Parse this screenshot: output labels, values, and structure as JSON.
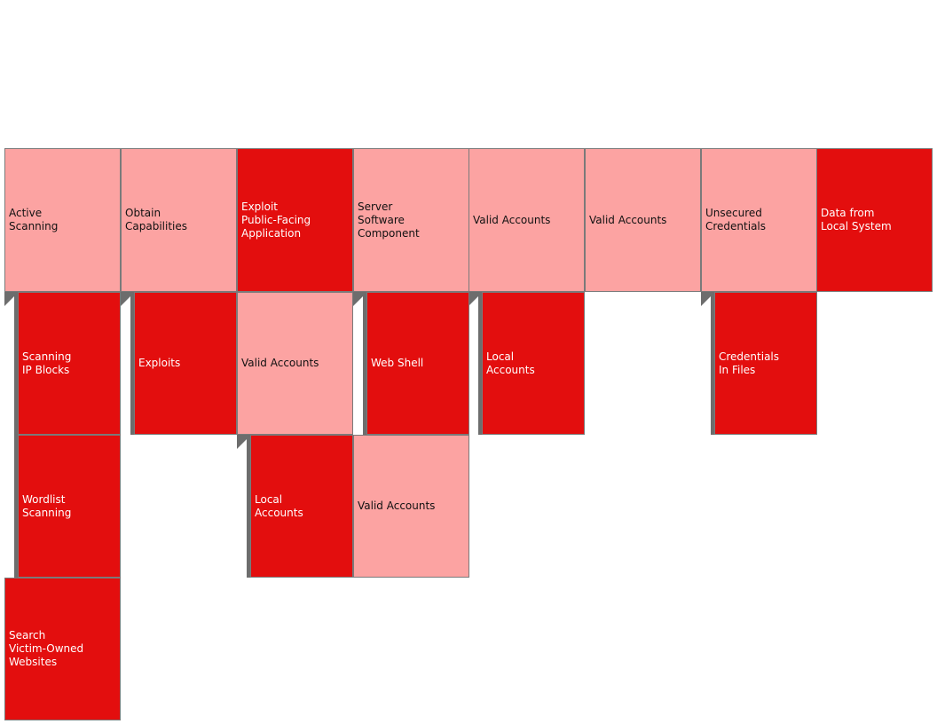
{
  "colors": {
    "selected": "#e30e0e",
    "related": "#fca3a2",
    "connector": "#6d6d6d"
  },
  "columns": [
    {
      "header": "Active\nScanning",
      "header_style": "light",
      "subs": [
        "Scanning\nIP Blocks",
        "Wordlist\nScanning"
      ],
      "extra": "Search\nVictim-Owned\nWebsites"
    },
    {
      "header": "Obtain\nCapabilities",
      "header_style": "light",
      "subs": [
        "Exploits"
      ]
    },
    {
      "header": "Exploit\nPublic-Facing\nApplication",
      "header_style": "dark",
      "child": "Valid Accounts",
      "child_sub": "Local\nAccounts"
    },
    {
      "header": "Server\nSoftware\nComponent",
      "header_style": "light",
      "subs": [
        "Web Shell"
      ],
      "extra": "Valid Accounts"
    },
    {
      "header": "Valid Accounts",
      "header_style": "light",
      "subs": [
        "Local\nAccounts"
      ]
    },
    {
      "header": "Valid Accounts",
      "header_style": "light"
    },
    {
      "header": "Unsecured\nCredentials",
      "header_style": "light",
      "subs": [
        "Credentials\nIn Files"
      ]
    },
    {
      "header": "Data from\nLocal System",
      "header_style": "dark"
    }
  ]
}
